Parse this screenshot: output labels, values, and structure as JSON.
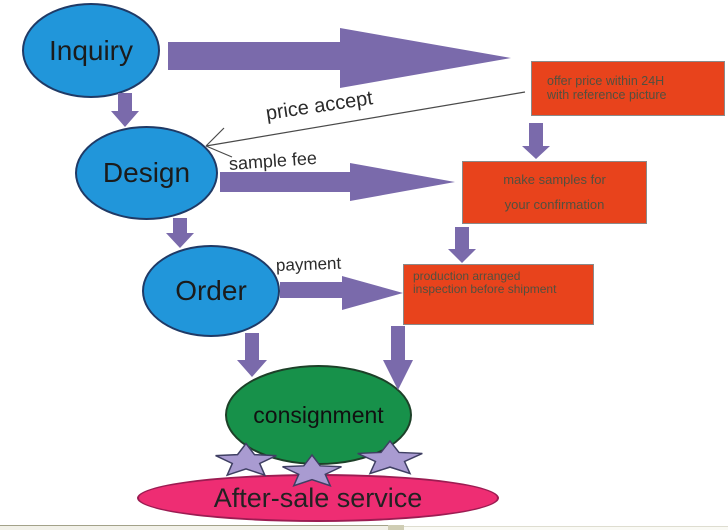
{
  "diagram": {
    "nodes": {
      "inquiry": {
        "label": "Inquiry",
        "fill": "#2196da"
      },
      "design": {
        "label": "Design",
        "fill": "#2196da"
      },
      "order": {
        "label": "Order",
        "fill": "#2196da"
      },
      "consignment": {
        "label": "consignment",
        "fill": "#17914a"
      },
      "after_sale": {
        "label": "After-sale service",
        "fill": "#ee2d73"
      }
    },
    "boxes": {
      "offer_price": {
        "line1": "offer price within 24H",
        "line2": "with reference picture",
        "fill": "#e8431c"
      },
      "make_samples": {
        "line1": "make samples for",
        "line2": "your confirmation",
        "fill": "#e8431c"
      },
      "production": {
        "line1": "production arranged",
        "line2": "inspection before shipment",
        "fill": "#e8431c"
      }
    },
    "edge_labels": {
      "price_accept": "price accept",
      "sample_fee": "sample fee",
      "payment": "payment"
    },
    "star_count": 3,
    "colors": {
      "arrow_purple": "#7a6aab",
      "star_fill": "#a99bd1",
      "star_stroke": "#3f3f63",
      "thin_line": "#4a4a4a",
      "node_blue": "#2196da",
      "node_green": "#17914a",
      "node_pink": "#ee2d73",
      "box_orange": "#e8431c"
    }
  }
}
